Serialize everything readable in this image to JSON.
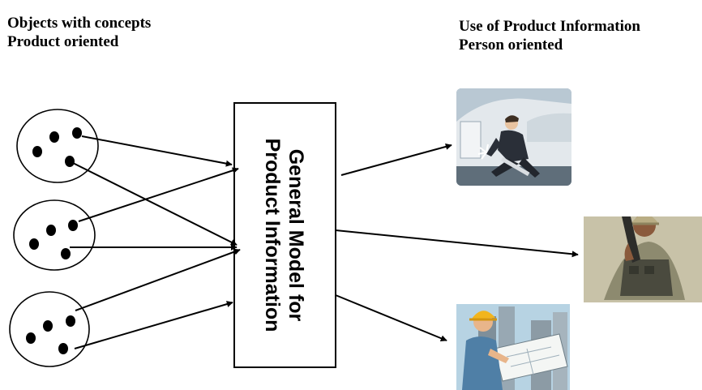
{
  "left_header": {
    "line1": "Objects with concepts",
    "line2": "Product oriented"
  },
  "right_header": {
    "line1": "Use of Product Information",
    "line2": "Person oriented"
  },
  "model_box": {
    "line1": "General Model for",
    "line2": "Product Information"
  },
  "concept_groups": [
    {
      "name": "concept-group-top",
      "dots": 4
    },
    {
      "name": "concept-group-middle",
      "dots": 4
    },
    {
      "name": "concept-group-bottom",
      "dots": 4
    }
  ],
  "persons": [
    {
      "icon": "mechanic-icon"
    },
    {
      "icon": "soldier-icon"
    },
    {
      "icon": "engineer-icon"
    }
  ],
  "colors": {
    "stroke": "#000000",
    "background": "#ffffff"
  }
}
